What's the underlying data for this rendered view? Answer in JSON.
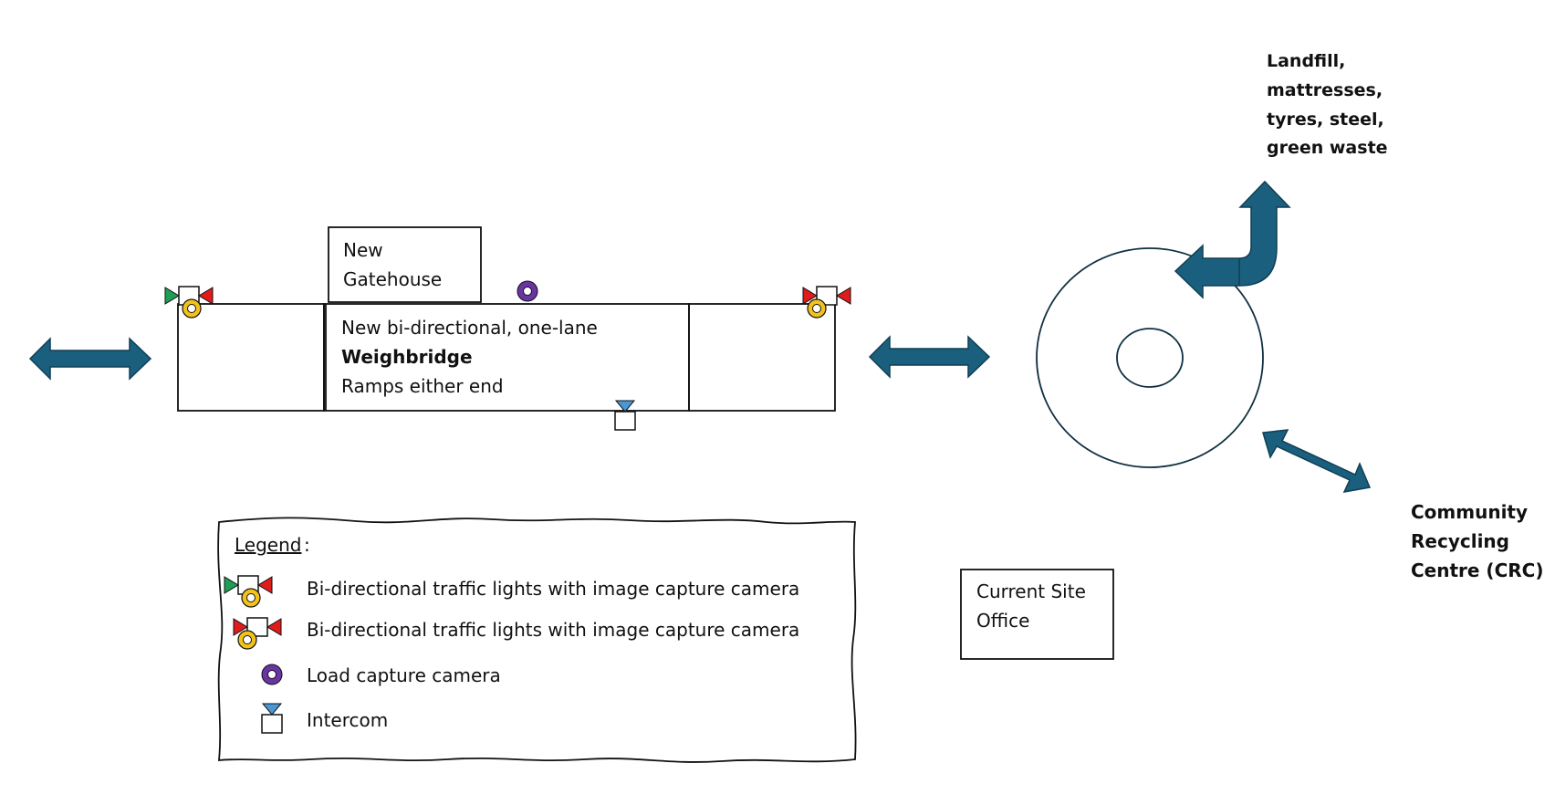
{
  "gatehouse": {
    "line1": "New",
    "line2": "Gatehouse"
  },
  "weighbridge": {
    "line1": "New bi-directional, one-lane",
    "line2": "Weighbridge",
    "line3": "Ramps either end"
  },
  "site_office": {
    "line1": "Current Site",
    "line2": "Office"
  },
  "destinations": {
    "landfill": [
      "Landfill,",
      "mattresses,",
      "tyres, steel,",
      "green waste"
    ],
    "crc": [
      "Community",
      "Recycling",
      "Centre (CRC)"
    ]
  },
  "legend": {
    "title": "Legend",
    "title_suffix": ":",
    "items": [
      {
        "label": "Bi-directional traffic lights with image capture camera",
        "icon": "traffic-light-green-red-camera-icon"
      },
      {
        "label": "Bi-directional traffic lights with image capture camera",
        "icon": "traffic-light-red-red-camera-icon"
      },
      {
        "label": "Load capture camera",
        "icon": "load-camera-icon"
      },
      {
        "label": "Intercom",
        "icon": "intercom-icon"
      }
    ]
  },
  "colors": {
    "arrow": "#1b5f7e",
    "arrow_outline": "#0f3f55",
    "light_green": "#1f9e55",
    "light_red": "#e01b1b",
    "camera_yellow": "#f2c21b",
    "load_camera_purple": "#6a35a2",
    "intercom_blue": "#4a97d6",
    "stroke": "#111111"
  }
}
